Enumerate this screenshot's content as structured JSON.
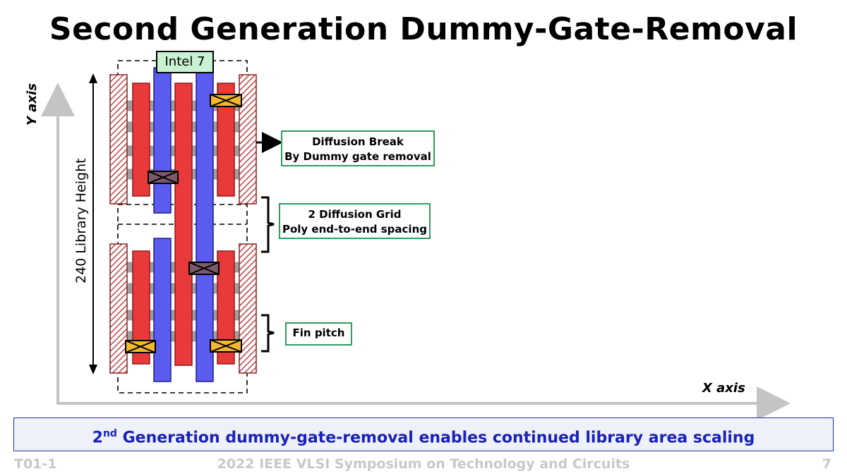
{
  "title": "Second Generation Dummy-Gate-Removal",
  "process_label": "Intel 7",
  "axes": {
    "y": "Y axis",
    "x": "X axis"
  },
  "library_height_label": "240 Library Height",
  "callouts": {
    "diffusion_break_line1": "Diffusion Break",
    "diffusion_break_line2": "By Dummy gate removal",
    "diffusion_grid_line1": "2 Diffusion Grid",
    "diffusion_grid_line2": "Poly end-to-end spacing",
    "fin_pitch": "Fin pitch"
  },
  "banner": {
    "prefix": "2",
    "superscript": "nd",
    "text": " Generation dummy-gate-removal enables continued library area scaling"
  },
  "footer": {
    "left": "T01-1",
    "center": "2022 IEEE VLSI Symposium on Technology and Circuits",
    "right": "7"
  },
  "colors": {
    "red_poly": "#e83a3a",
    "blue_metal": "#5b5bf0",
    "fin_gray": "#a0a0a0",
    "via_gold": "#f2b82e",
    "via_dark": "#7a5a6a",
    "callout_border": "#2e9e5b",
    "banner_text": "#1a22b8"
  }
}
